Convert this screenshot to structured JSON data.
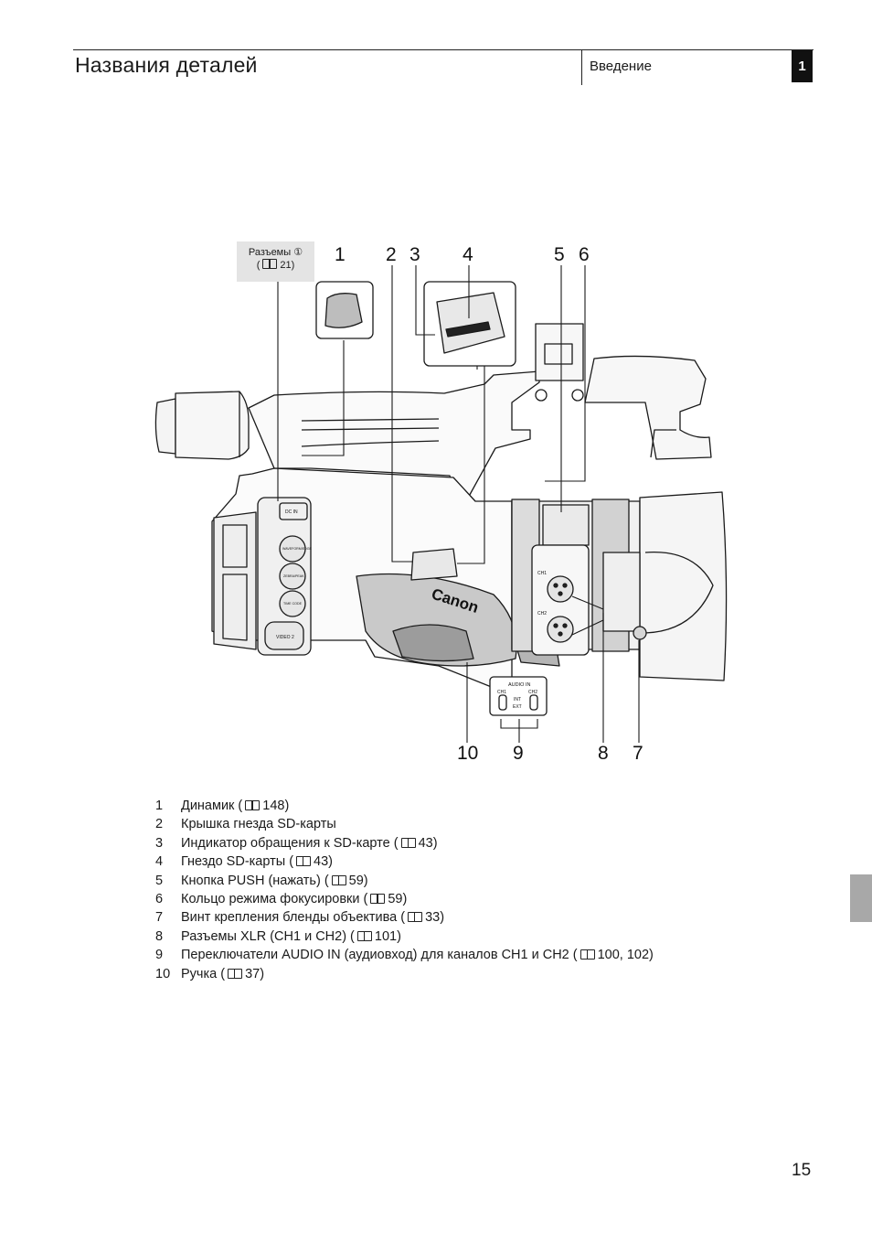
{
  "header": {
    "title": "Названия деталей",
    "section": "Введение",
    "chapter": "1"
  },
  "figure": {
    "callout": {
      "title": "Разъемы ①",
      "ref_open": "(",
      "ref_page": "21)"
    },
    "labels_top": [
      "1",
      "2",
      "3",
      "4",
      "5",
      "6"
    ],
    "labels_bottom": [
      "10",
      "9",
      "8",
      "7"
    ],
    "logo": "Canon",
    "audio_switch": {
      "title": "AUDIO IN",
      "ch1": "CH1",
      "ch2": "CH2",
      "int": "INT",
      "ext": "EXT"
    },
    "xlr": {
      "ch1": "CH1",
      "ch2": "CH2"
    },
    "side_buttons": [
      "DC IN",
      "WAVEFORM/EDGE",
      "ZEBRA/PEAK",
      "TIME CODE",
      "VIDEO 2"
    ]
  },
  "parts": [
    {
      "num": "1",
      "pre": "Динамик (",
      "post": "148)",
      "icon": true
    },
    {
      "num": "2",
      "pre": "Крышка гнезда SD-карты",
      "post": "",
      "icon": false
    },
    {
      "num": "3",
      "pre": "Индикатор обращения к SD-карте (",
      "post": "43)",
      "icon": true
    },
    {
      "num": "4",
      "pre": "Гнездо SD-карты (",
      "post": "43)",
      "icon": true
    },
    {
      "num": "5",
      "pre": "Кнопка PUSH (нажать) (",
      "post": "59)",
      "icon": true
    },
    {
      "num": "6",
      "pre": "Кольцо режима фокусировки (",
      "post": "59)",
      "icon": true
    },
    {
      "num": "7",
      "pre": "Винт крепления бленды объектива (",
      "post": "33)",
      "icon": true
    },
    {
      "num": "8",
      "pre": "Разъемы XLR (CH1 и CH2) (",
      "post": "101)",
      "icon": true
    },
    {
      "num": "9",
      "pre": "Переключатели AUDIO IN (аудиовход) для каналов CH1 и CH2 (",
      "post": "100, 102)",
      "icon": true
    },
    {
      "num": "10",
      "pre": "Ручка (",
      "post": "37)",
      "icon": true
    }
  ],
  "footer": {
    "page_number": "15"
  }
}
